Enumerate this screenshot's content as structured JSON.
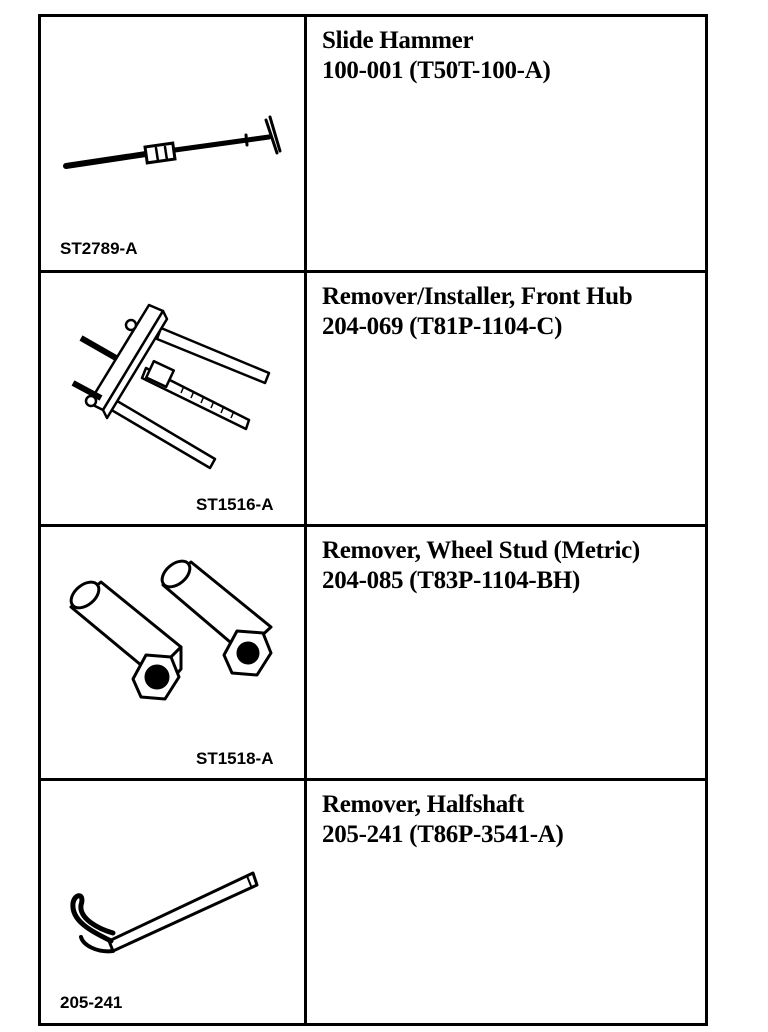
{
  "tools": [
    {
      "code": "ST2789-A",
      "title": "Slide Hammer",
      "part": "100-001 (T50T-100-A)",
      "icon": "slide-hammer-icon"
    },
    {
      "code": "ST1516-A",
      "title": "Remover/Installer, Front Hub",
      "part": "204-069 (T81P-1104-C)",
      "icon": "hub-puller-icon"
    },
    {
      "code": "ST1518-A",
      "title": "Remover, Wheel Stud (Metric)",
      "part": "204-085 (T83P-1104-BH)",
      "icon": "hex-adapters-icon"
    },
    {
      "code": "205-241",
      "title": "Remover, Halfshaft",
      "part": "205-241 (T86P-3541-A)",
      "icon": "halfshaft-hook-icon"
    }
  ]
}
